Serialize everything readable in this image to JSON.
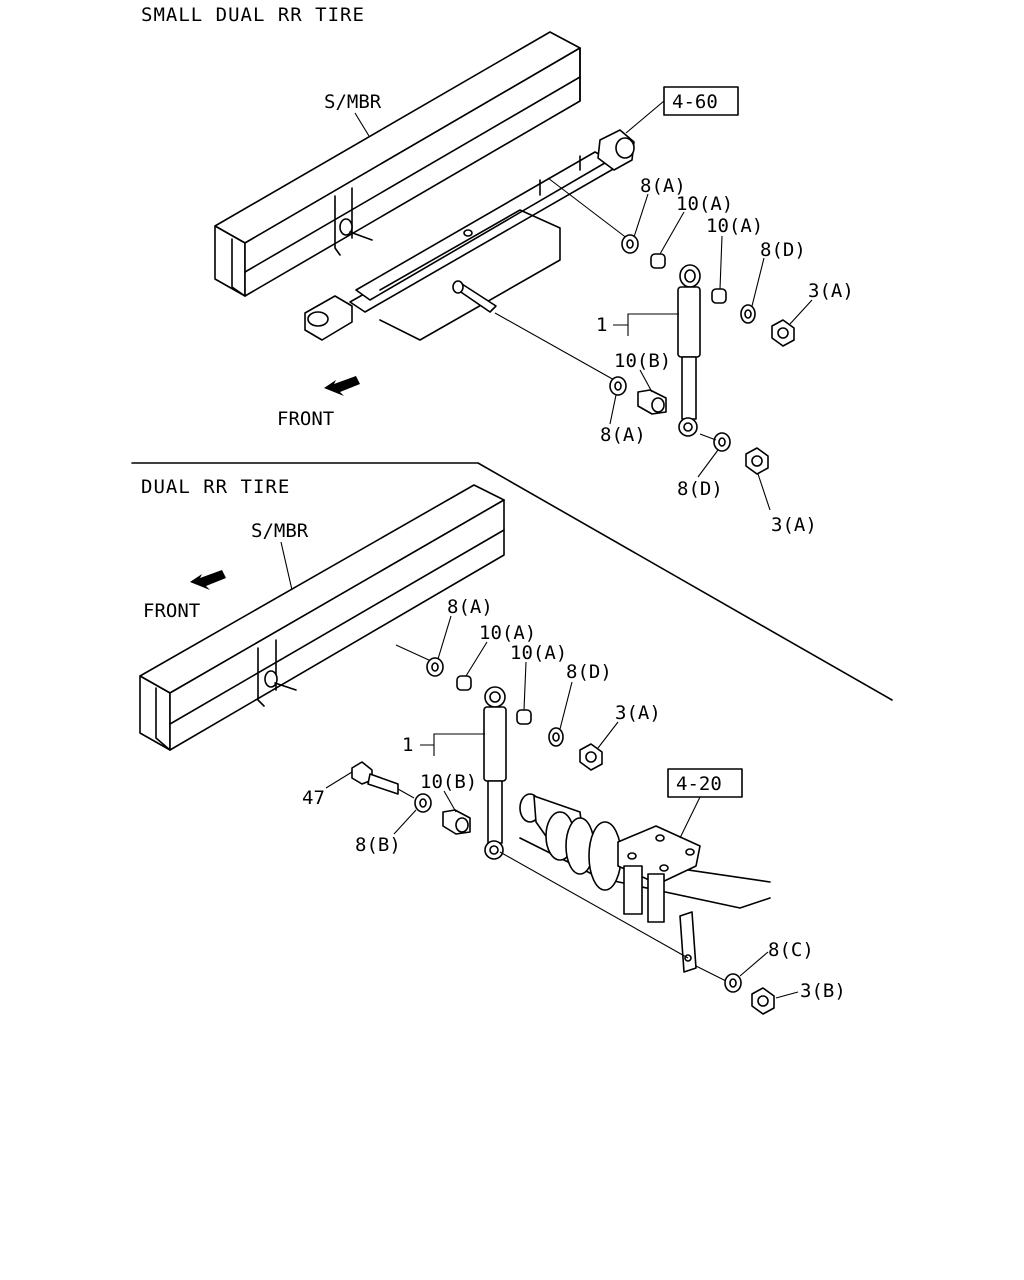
{
  "sections": [
    {
      "title": "SMALL DUAL RR TIRE",
      "frame_label": "S/MBR",
      "front_label": "FRONT",
      "ref_box": "4-60",
      "callouts": {
        "washer_upper": "8(A)",
        "bush_upper_1": "10(A)",
        "bush_upper_2": "10(A)",
        "washer_upper_outer": "8(D)",
        "nut_upper": "3(A)",
        "shock": "1",
        "bush_lower": "10(B)",
        "washer_lower": "8(A)",
        "washer_lower_outer": "8(D)",
        "nut_lower": "3(A)"
      }
    },
    {
      "title": "DUAL RR TIRE",
      "frame_label": "S/MBR",
      "front_label": "FRONT",
      "ref_box": "4-20",
      "callouts": {
        "washer_upper": "8(A)",
        "bush_upper_1": "10(A)",
        "bush_upper_2": "10(A)",
        "washer_upper_outer": "8(D)",
        "nut_upper": "3(A)",
        "shock": "1",
        "bolt": "47",
        "bush_lower": "10(B)",
        "washer_lower": "8(B)",
        "washer_bracket": "8(C)",
        "nut_bracket": "3(B)"
      }
    }
  ]
}
